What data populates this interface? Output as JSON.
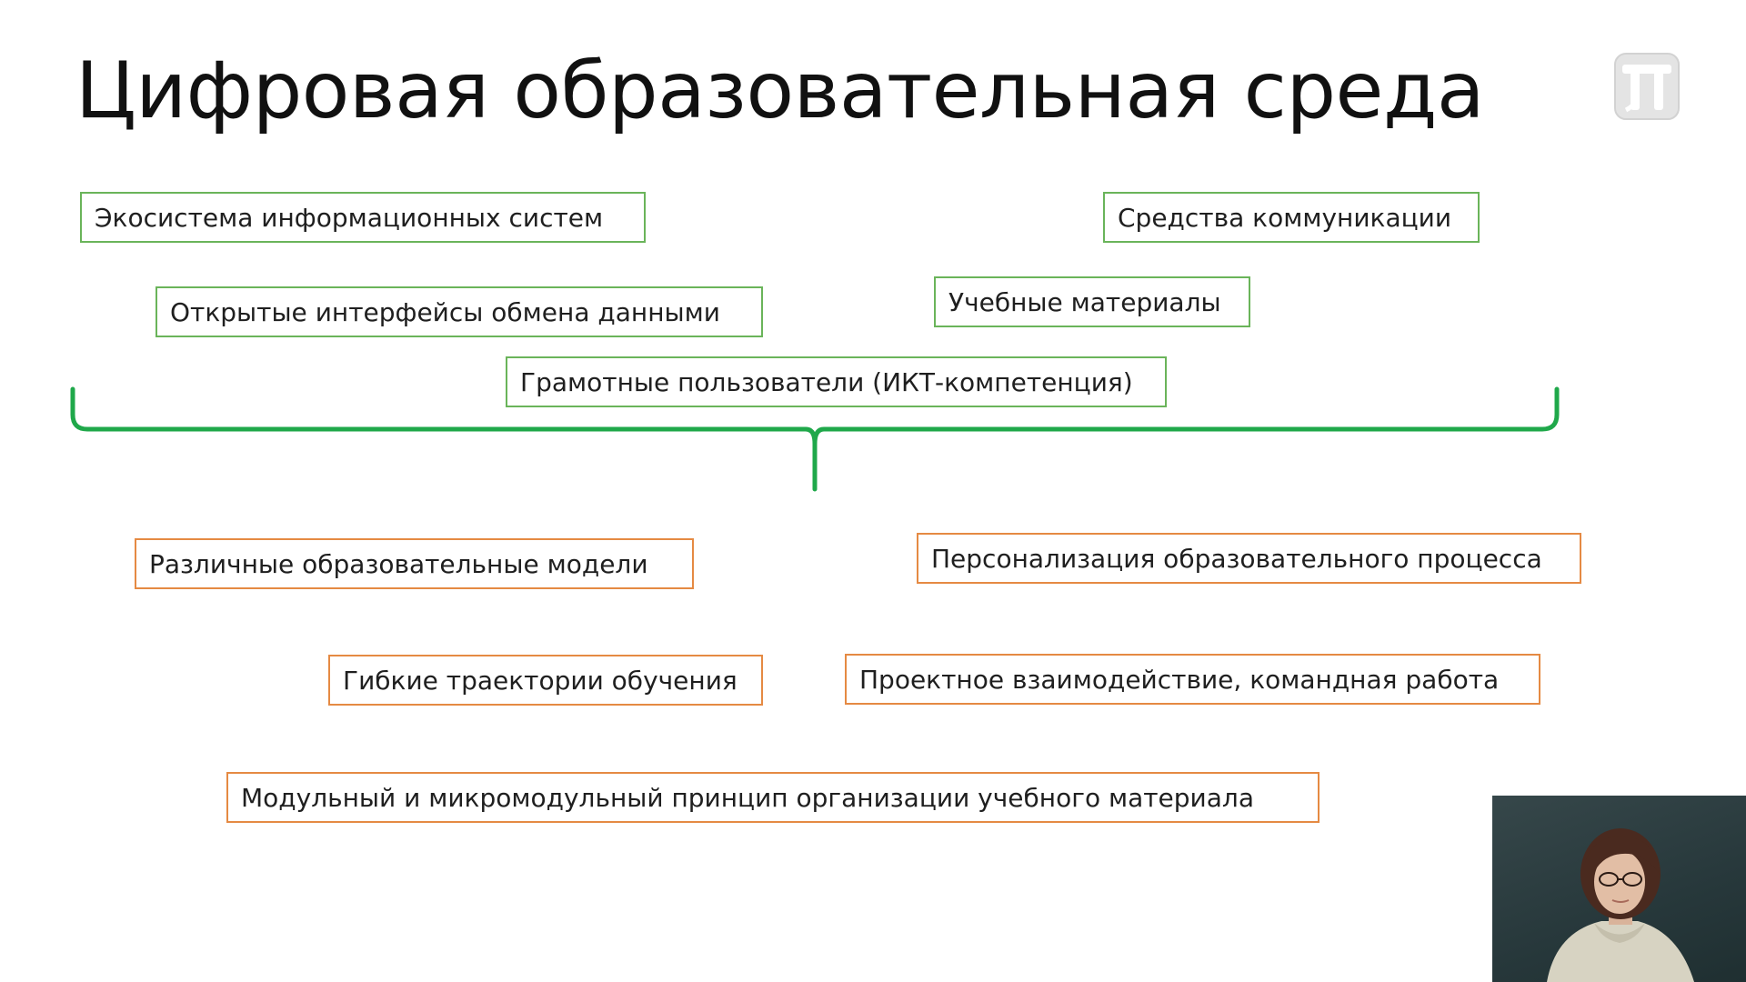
{
  "slide": {
    "title": "Цифровая образовательная среда"
  },
  "logo": {
    "icon": "pi-icon",
    "glyph": "П"
  },
  "upper_items": [
    "Экосистема информационных систем",
    "Средства коммуникации",
    "Открытые интерфейсы обмена данными",
    "Учебные материалы",
    "Грамотные пользователи (ИКТ-компетенция)"
  ],
  "lower_items": [
    "Различные образовательные модели",
    "Персонализация образовательного процесса",
    "Гибкие траектории обучения",
    "Проектное взаимодействие, командная работа",
    "Модульный и микромодульный принцип организации учебного материала"
  ],
  "colors": {
    "upper_border": "#6ab45a",
    "lower_border": "#e58a43",
    "brace": "#1fa84a",
    "title": "#111111"
  },
  "video_overlay": {
    "icon": "presenter-webcam-video"
  }
}
